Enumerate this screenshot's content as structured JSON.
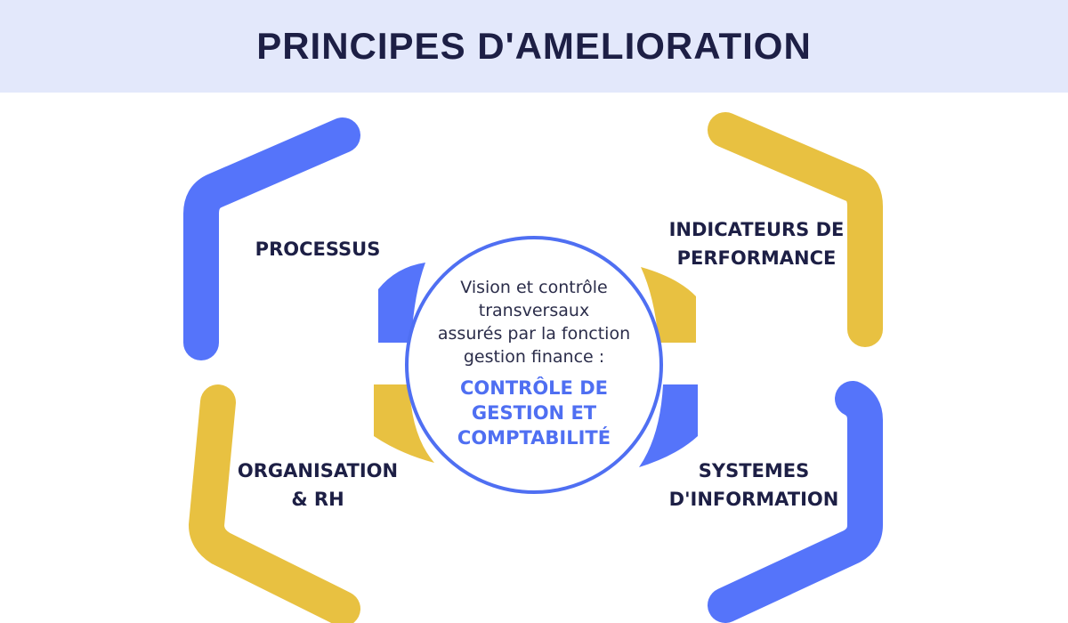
{
  "title": "PRINCIPES D'AMELIORATION",
  "colors": {
    "header_bg": "#e3e8fb",
    "title": "#1d1f45",
    "blue": "#5574fa",
    "yellow": "#e8c141",
    "center_ring": "#4f6ff2",
    "highlight": "#4f6ff2"
  },
  "quadrants": {
    "top_left": {
      "label": "PROCESSUS"
    },
    "top_right": {
      "line1": "INDICATEURS DE",
      "line2": "PERFORMANCE"
    },
    "bottom_left": {
      "line1": "ORGANISATION",
      "line2": "& RH"
    },
    "bottom_right": {
      "line1": "SYSTEMES",
      "line2": "D'INFORMATION"
    }
  },
  "center": {
    "description": [
      "Vision et contrôle",
      "transversaux",
      "assurés par la fonction",
      "gestion finance :"
    ],
    "highlight": [
      "CONTRÔLE DE",
      "GESTION ET",
      "COMPTABILITÉ"
    ]
  }
}
